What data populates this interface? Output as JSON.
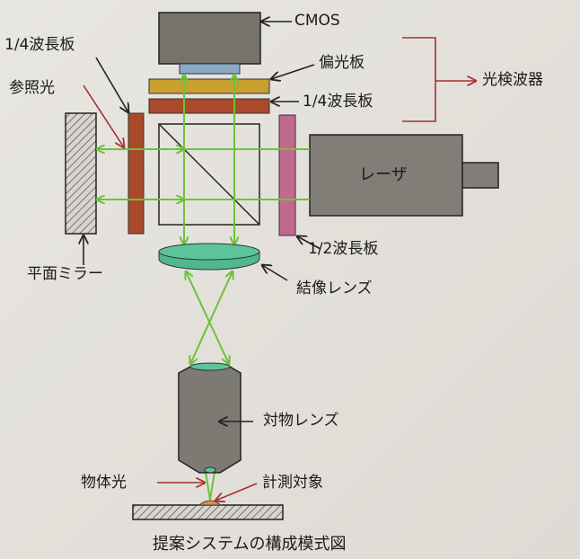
{
  "labels": {
    "cmos": "CMOS",
    "polarizer": "偏光板",
    "quarter_wave_top": "1/4波長板",
    "quarter_wave_left": "1/4波長板",
    "photodetector": "光検波器",
    "reference_light": "参照光",
    "laser": "レーザ",
    "half_wave": "1/2波長板",
    "flat_mirror": "平面ミラー",
    "imaging_lens": "結像レンズ",
    "objective_lens": "対物レンズ",
    "object_light": "物体光",
    "target": "計測対象"
  },
  "caption": "提案システムの構成模式図",
  "colors": {
    "beam": "#6cc23a",
    "annot_red": "#a83030",
    "polarizer": "#c9a030",
    "wave_plate": "#a94a2a",
    "half_wave": "#c06a90",
    "lens": "#4fb890",
    "body": "#7c7a72",
    "sensor": "#8aaac8"
  }
}
